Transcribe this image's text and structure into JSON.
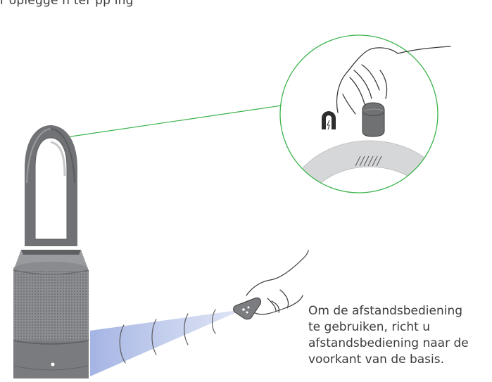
{
  "header": {
    "cut_text": "r oplegge   n ter   pp   ing"
  },
  "instruction": {
    "lines": [
      "Om de afstandsbediening",
      "te gebruiken, richt u",
      "afstandsbediening naar de",
      "voorkant van de basis."
    ]
  },
  "colors": {
    "callout_line": "#3cb44b",
    "device_grey": "#707173",
    "beam": "#b9c4e6",
    "line_art": "#3a3a3a"
  },
  "icons": [
    "magnet-icon"
  ]
}
